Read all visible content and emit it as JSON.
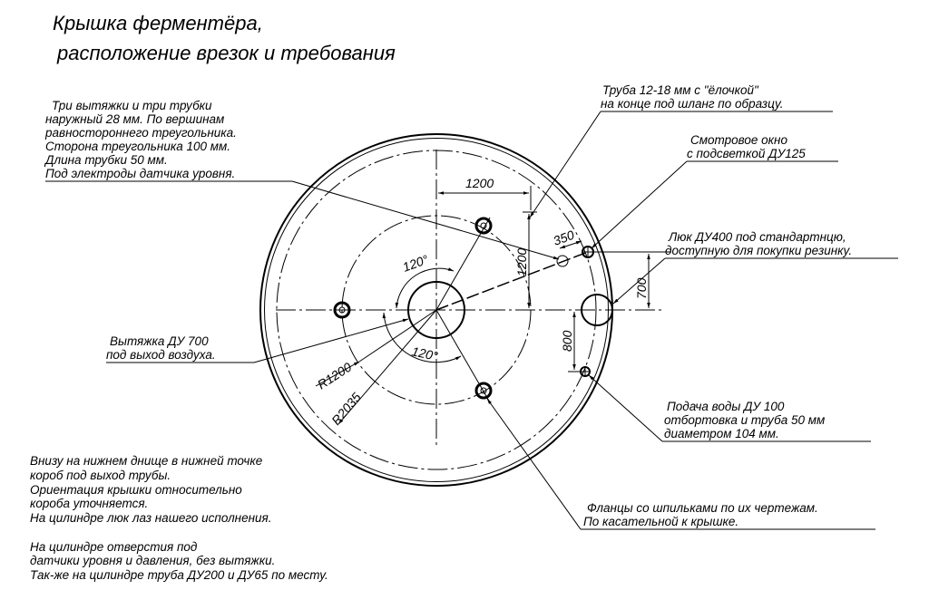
{
  "title": [
    "Крышка ферментёра,",
    "расположение врезок и требования"
  ],
  "notes": {
    "electrodes": [
      "Три вытяжки и три трубки",
      "наружный 28 мм. По вершинам",
      " равностороннего треугольника.",
      "Сторона треугольника 100 мм.",
      "Длина трубки 50 мм.",
      "Под электроды датчика уровня."
    ],
    "tube": [
      "Труба 12-18  мм с \"ёлочкой\"",
      "на конце под шланг по образцу."
    ],
    "window": [
      "Смотровое окно",
      "с подсветкой ДУ125"
    ],
    "hatch": [
      "Люк ДУ400 под стандартнцю,",
      "доступную для покупки резинку."
    ],
    "exhaust": [
      "Вытяжка ДУ 700",
      "под выход воздуха."
    ],
    "water": [
      "Подача воды ДУ 100",
      "отбортовка и труба 50 мм",
      "диаметром 104 мм."
    ],
    "flanges": [
      "Фланцы со шпильками по их чертежам.",
      "По касательной к крышке."
    ],
    "bottom": [
      "Внизу на нижнем днище в нижней точке",
      "короб под выход трубы.",
      "Ориентация  крышки относительно",
      " короба уточняется.",
      "На цилиндре люк лаз нашего исполнения."
    ],
    "cylinder": [
      "На цилиндре отверстия под",
      "датчики уровня и давления, без вытяжки.",
      "Так-же на цилиндре труба ДУ200 и ДУ65 по месту."
    ]
  },
  "dimensions": {
    "d1200_h": "1200",
    "d1200_v": "1200",
    "d350": "350",
    "d700": "700",
    "d800": "800",
    "angle_top": "120°",
    "angle_bottom": "120°",
    "r1200": "R1200",
    "r2035": "R2035"
  }
}
